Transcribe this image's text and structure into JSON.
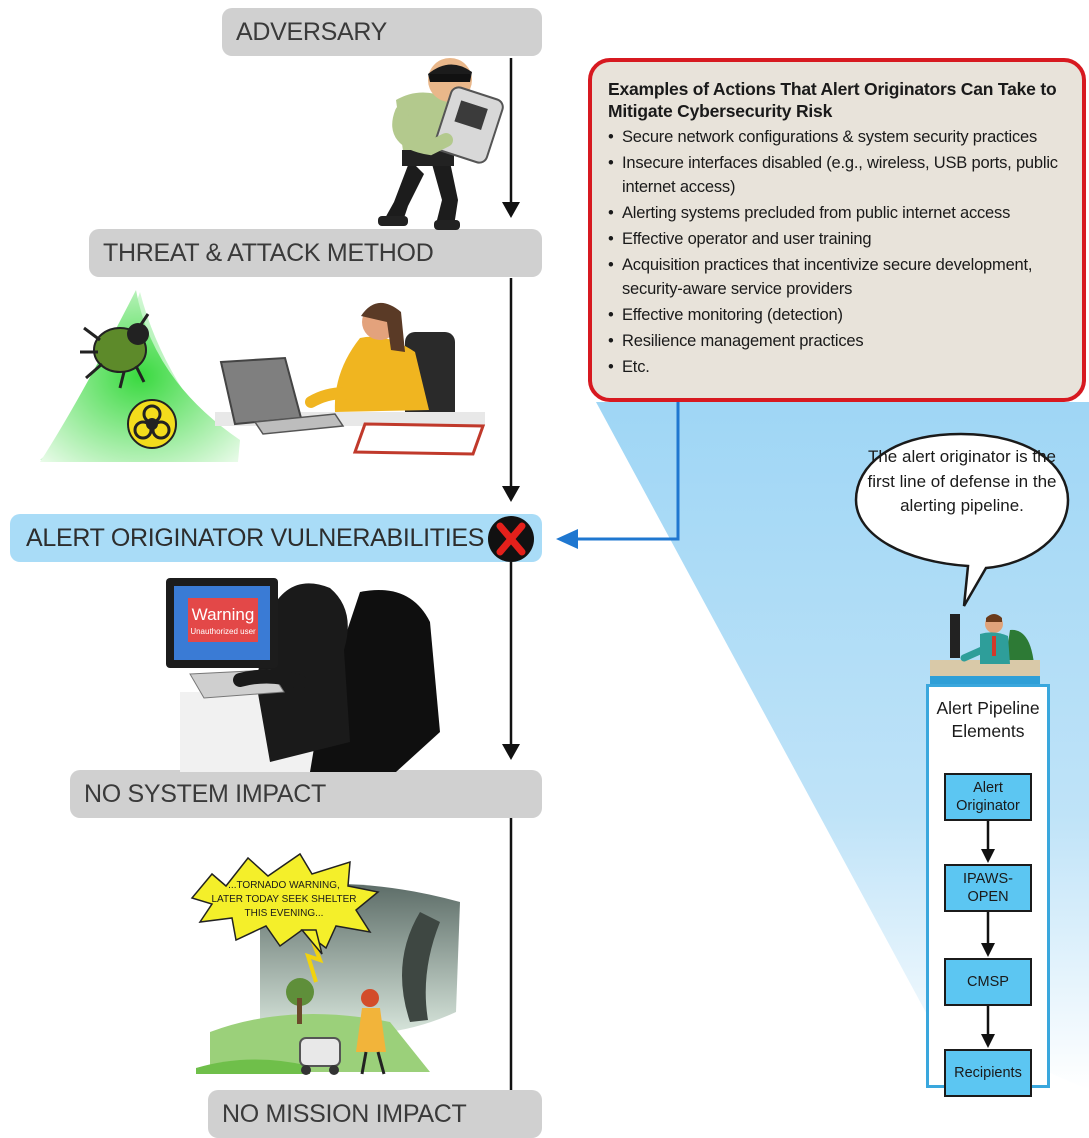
{
  "stages": {
    "adversary": "ADVERSARY",
    "threat": "THREAT & ATTACK METHOD",
    "vulnerabilities": "ALERT ORIGINATOR VULNERABILITIES",
    "no_system_impact": "NO SYSTEM IMPACT",
    "no_mission_impact": "NO MISSION IMPACT"
  },
  "actions": {
    "title": "Examples of Actions That Alert Originators Can Take to Mitigate Cybersecurity Risk",
    "items": [
      "Secure network configurations & system security practices",
      "Insecure interfaces disabled (e.g., wireless, USB ports, public internet access)",
      "Alerting systems precluded from public internet access",
      "Effective operator and user training",
      "Acquisition practices that incentivize secure development, security-aware service providers",
      "Effective monitoring (detection)",
      "Resilience management practices",
      "Etc."
    ]
  },
  "speech_bubble": "The alert originator is the first line of defense in the alerting pipeline.",
  "monitor": {
    "warning": "Warning",
    "subtext": "Unauthorized user"
  },
  "tornado_bubble": {
    "line1": "...TORNADO WARNING,",
    "line2": "LATER TODAY SEEK SHELTER",
    "line3": "THIS EVENING..."
  },
  "pipeline": {
    "title": "Alert Pipeline Elements",
    "elements": [
      "Alert Originator",
      "IPAWS-OPEN",
      "CMSP",
      "Recipients"
    ]
  },
  "colors": {
    "gray_bar": "#d0d0d0",
    "blue_bar": "#a9dcf7",
    "red_border": "#d71920",
    "beam": "#a9dcf7",
    "pipeline_box": "#5cc6f2",
    "arrow_blue": "#1f77d0"
  }
}
